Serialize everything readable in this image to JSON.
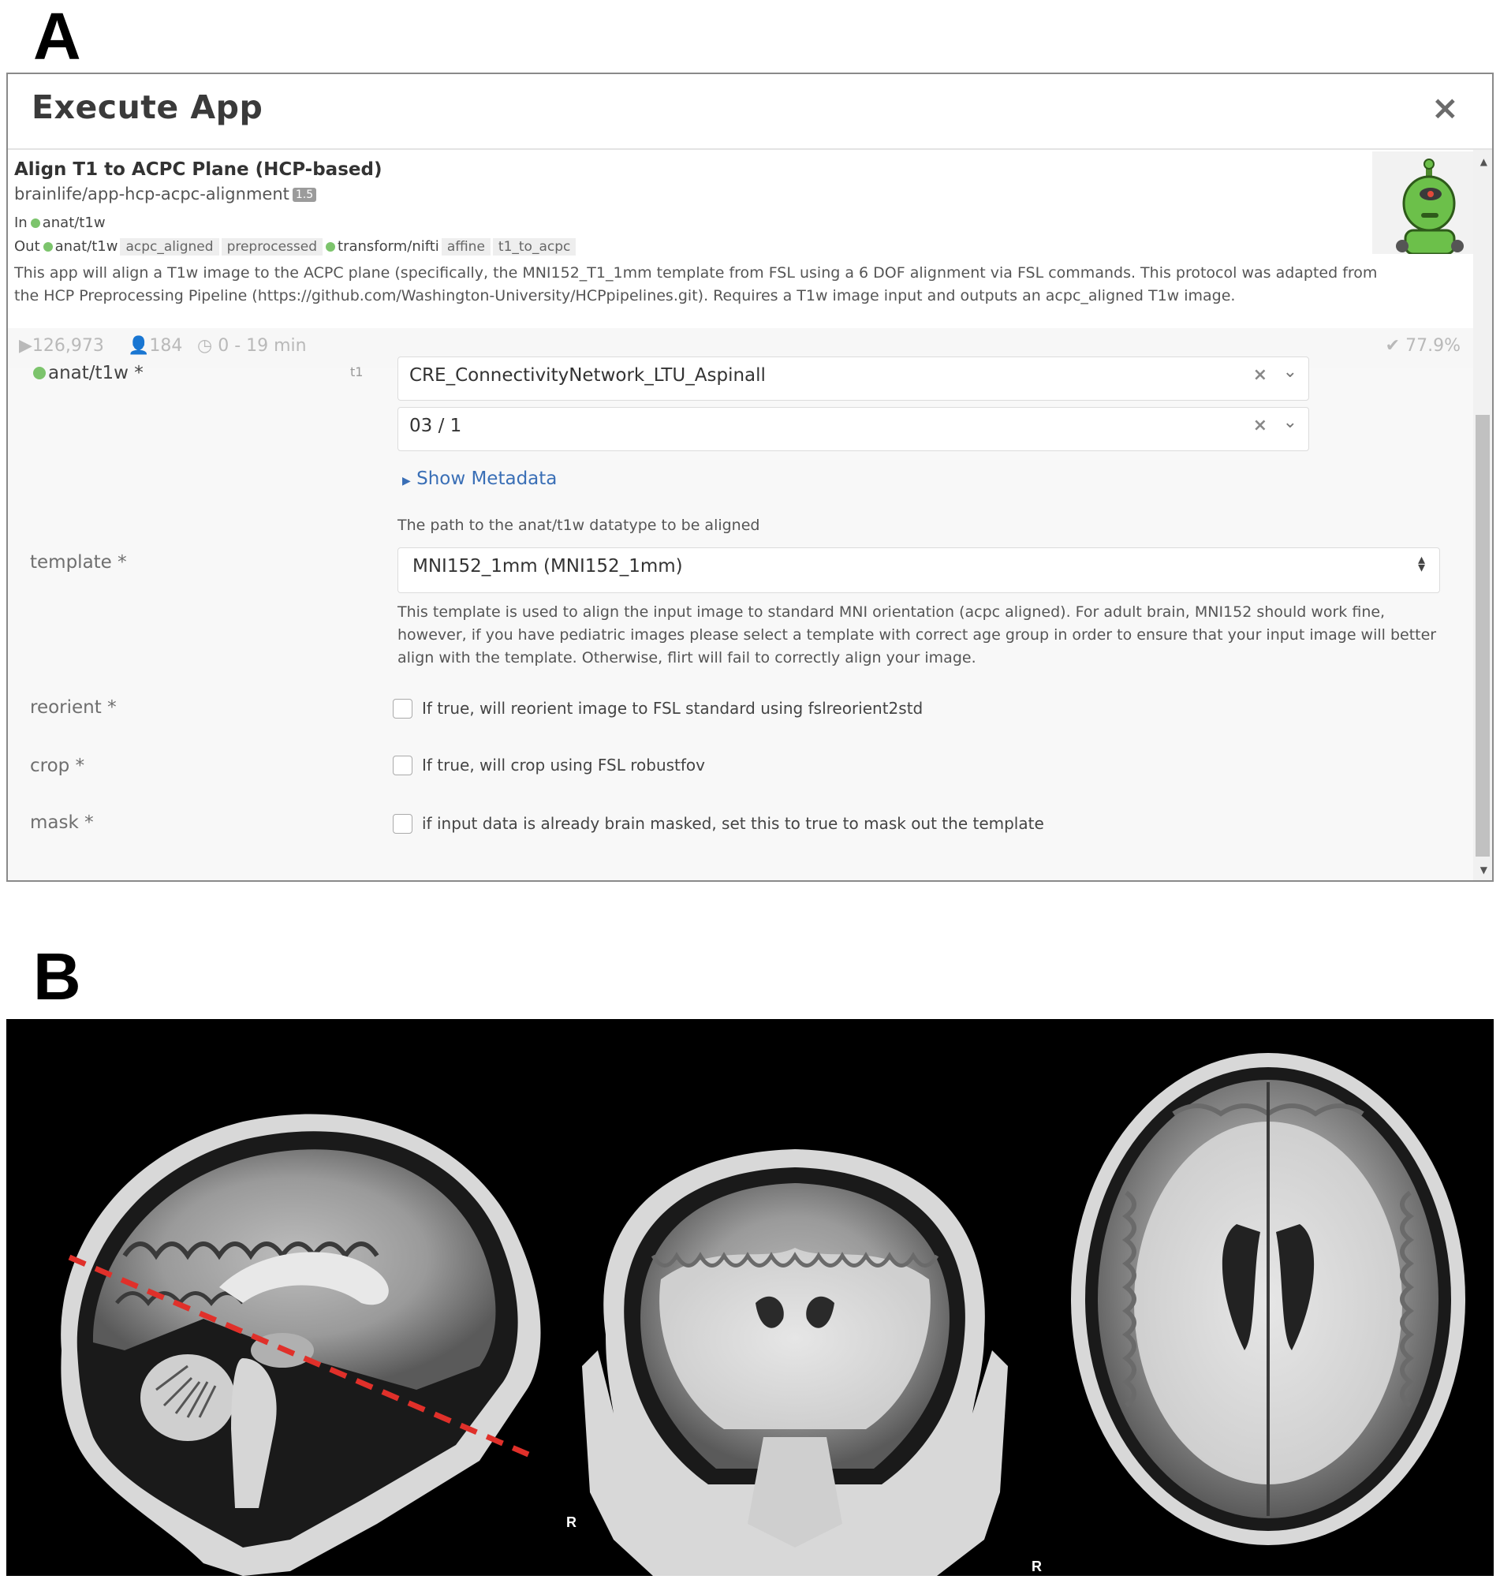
{
  "panels": {
    "a": "A",
    "b": "B"
  },
  "modal": {
    "title": "Execute App",
    "close_icon": "×"
  },
  "app": {
    "name": "Align T1 to ACPC Plane (HCP-based)",
    "repo": "brainlife/app-hcp-acpc-alignment",
    "version": "1.5",
    "input": {
      "label": "In",
      "datatype": "anat/t1w"
    },
    "output": {
      "label": "Out",
      "items": [
        {
          "datatype": "anat/t1w",
          "tags": [
            "acpc_aligned",
            "preprocessed"
          ]
        },
        {
          "datatype": "transform/nifti",
          "tags": [
            "affine",
            "t1_to_acpc"
          ]
        }
      ]
    },
    "description": "This app will align a T1w image to the ACPC plane (specifically, the MNI152_T1_1mm template from FSL using a 6 DOF alignment via FSL commands. This protocol was adapted from the HCP Preprocessing Pipeline (https://github.com/Washington-University/HCPpipelines.git). Requires a T1w image input and outputs an acpc_aligned T1w image."
  },
  "stats": {
    "runs": "126,973",
    "users": "184",
    "time": "0 - 19 min",
    "success": "77.9%"
  },
  "form": {
    "t1w": {
      "label": "anat/t1w *",
      "sublabel": "t1",
      "project": "CRE_ConnectivityNetwork_LTU_Aspinall",
      "subject": "03 / 1",
      "show_metadata": "Show Metadata",
      "help": "The path to the anat/t1w datatype to be aligned"
    },
    "template": {
      "label": "template *",
      "value": "MNI152_1mm (MNI152_1mm)",
      "help": "This template is used to align the input image to standard MNI orientation (acpc aligned). For adult brain, MNI152 should work fine, however, if you have pediatric images please select a template with correct age group in order to ensure that your input image will better align with the template. Otherwise, flirt will fail to correctly align your image."
    },
    "reorient": {
      "label": "reorient *",
      "text": "If true, will reorient image to FSL standard using fslreorient2std",
      "checked": false
    },
    "crop": {
      "label": "crop *",
      "text": "If true, will crop using FSL robustfov",
      "checked": false
    },
    "mask": {
      "label": "mask *",
      "text": "if input data is already brain masked, set this to true to mask out the template",
      "checked": false
    }
  },
  "mri": {
    "markers": [
      "R",
      "R"
    ],
    "acpc_line_color": "#e0302a"
  },
  "colors": {
    "link": "#3a6fb6",
    "dot": "#7cc46c",
    "badge": "#9b9b9b"
  }
}
